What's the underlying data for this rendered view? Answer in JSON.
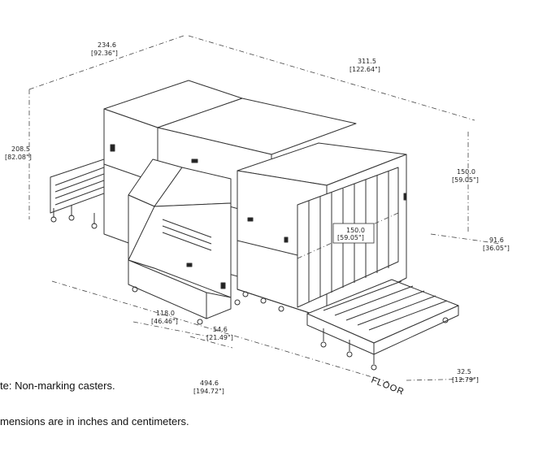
{
  "dimensions": {
    "width_top": {
      "value": "234.6",
      "inches": "[92.36\"]"
    },
    "length_top": {
      "value": "311.5",
      "inches": "[122.64\"]"
    },
    "height_left": {
      "value": "208.5",
      "inches": "[82.08\"]"
    },
    "height_right": {
      "value": "150.0",
      "inches": "[59.05\"]"
    },
    "tunnel_width": {
      "value": "150.0",
      "inches": "[59.05\"]"
    },
    "conveyor_depth": {
      "value": "91.6",
      "inches": "[36.05\"]"
    },
    "console_width": {
      "value": "118.0",
      "inches": "[46.46\"]"
    },
    "console_gap": {
      "value": "54.6",
      "inches": "[21.49\"]"
    },
    "total_length": {
      "value": "494.6",
      "inches": "[194.72\"]"
    },
    "floor_height": {
      "value": "32.5",
      "inches": "[12.79\"]"
    }
  },
  "floor_label": "FLOOR",
  "notes": [
    "te: Non-marking casters.",
    "mensions are in inches and centimeters."
  ]
}
